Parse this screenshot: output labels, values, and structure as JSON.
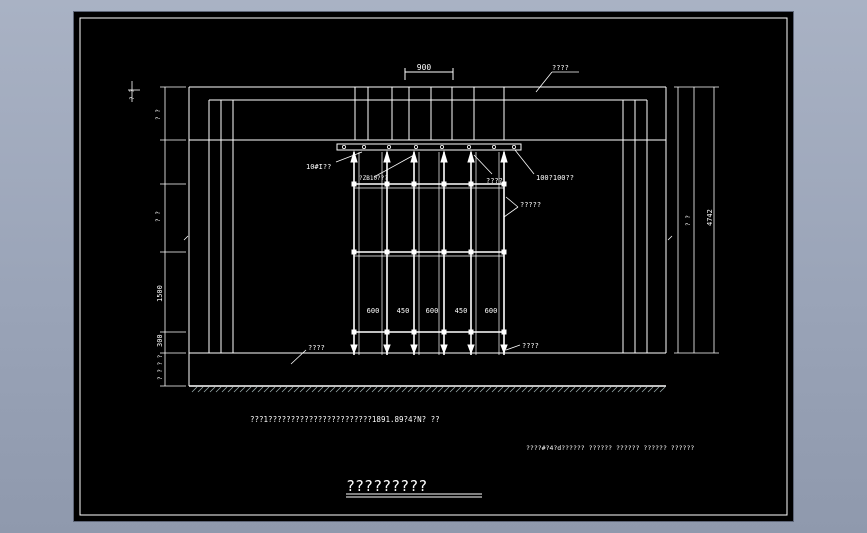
{
  "drawing": {
    "title": "?????????",
    "dim_top": "900",
    "dim_right_vertical": "4742",
    "dim_left_1500": "1500",
    "dim_left_300": "300",
    "dim_left_q1": "? ?",
    "dim_left_q2": "? ?",
    "dim_left_q3": "? ?",
    "dim_left_q4": "? ? ? ?",
    "dim_right_q": "? ?",
    "bottom_dims": [
      "600",
      "450",
      "600",
      "450",
      "600"
    ],
    "labels": {
      "top_beam": "????",
      "left_support": "10#I??",
      "left_support2": "?ZB10???",
      "right_support": "100?100??",
      "middle_right": "????",
      "right_frame": "?????",
      "right_bottom": "????",
      "left_bottom": "????"
    },
    "note_line": "???1???????????????????????1891.89?4?N?  ??",
    "spec_line": "????#?4?d??????  ??????  ??????  ??????  ??????"
  }
}
